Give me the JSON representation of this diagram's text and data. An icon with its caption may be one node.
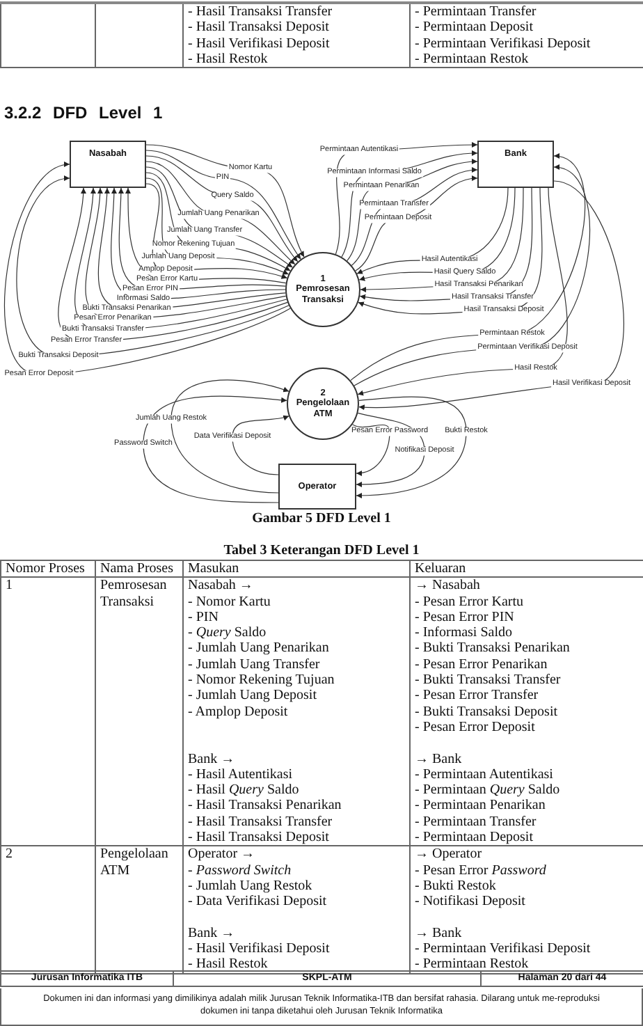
{
  "diagram": {
    "title": "3.2.2 DFD Level 1",
    "caption": "Gambar 5 DFD Level 1",
    "nodes": [
      {
        "text": [
          "Nasabah"
        ]
      },
      {
        "text": [
          "1",
          "Pemrosesan Transaksi"
        ]
      },
      {
        "text": [
          "Bank"
        ]
      },
      {
        "text": [
          "2",
          "Pengelolaan ATM"
        ]
      },
      {
        "text": [
          "Operator"
        ]
      }
    ],
    "edges": [
      {
        "from": 0,
        "to": 1,
        "arrow": "to",
        "label": "Nomor Kartu"
      },
      {
        "from": 0,
        "to": 1,
        "arrow": "to",
        "label": "PIN"
      },
      {
        "from": 0,
        "to": 1,
        "arrow": "to",
        "label": "Query Saldo"
      },
      {
        "from": 0,
        "to": 1,
        "arrow": "to",
        "label": "Jumlah Uang Penarikan"
      },
      {
        "from": 0,
        "to": 1,
        "arrow": "to",
        "label": "Jumlah Uang Transfer"
      },
      {
        "from": 0,
        "to": 1,
        "arrow": "to",
        "label": "Nomor Rekening Tujuan"
      },
      {
        "from": 0,
        "to": 1,
        "arrow": "to",
        "label": "Jumlah Uang Deposit"
      },
      {
        "from": 0,
        "to": 1,
        "arrow": "to",
        "label": "Amplop Deposit"
      },
      {
        "from": 1,
        "to": 0,
        "arrow": "to",
        "label": "Pesan Error Kartu"
      },
      {
        "from": 1,
        "to": 0,
        "arrow": "to",
        "label": "Pesan Error PIN"
      },
      {
        "from": 1,
        "to": 0,
        "arrow": "to",
        "label": "Informasi Saldo"
      },
      {
        "from": 1,
        "to": 0,
        "arrow": "to",
        "label": "Bukti Transaksi Penarikan"
      },
      {
        "from": 1,
        "to": 0,
        "arrow": "to",
        "label": "Pesan Error Penarikan"
      },
      {
        "from": 1,
        "to": 0,
        "arrow": "to",
        "label": "Bukti Transaksi Transfer"
      },
      {
        "from": 1,
        "to": 0,
        "arrow": "to",
        "label": "Pesan Error Transfer"
      },
      {
        "from": 1,
        "to": 0,
        "arrow": "to",
        "label": "Bukti Transaksi Deposit"
      },
      {
        "from": 1,
        "to": 0,
        "arrow": "to",
        "label": "Pesan Error Deposit"
      },
      {
        "from": 1,
        "to": 2,
        "arrow": "to",
        "label": "Permintaan Autentikasi"
      },
      {
        "from": 1,
        "to": 2,
        "arrow": "to",
        "label": "Permintaan Informasi Saldo"
      },
      {
        "from": 1,
        "to": 2,
        "arrow": "to",
        "label": "Permintaan Penarikan"
      },
      {
        "from": 1,
        "to": 2,
        "arrow": "to",
        "label": "Permintaan Transfer"
      },
      {
        "from": 1,
        "to": 2,
        "arrow": "to",
        "label": "Permintaan Deposit"
      },
      {
        "from": 2,
        "to": 1,
        "arrow": "to",
        "label": "Hasil Autentikasi"
      },
      {
        "from": 2,
        "to": 1,
        "arrow": "to",
        "label": "Hasil Query Saldo"
      },
      {
        "from": 2,
        "to": 1,
        "arrow": "to",
        "label": "Hasil Transaksi Penarikan"
      },
      {
        "from": 2,
        "to": 1,
        "arrow": "to",
        "label": "Hasil Transaksi Transfer"
      },
      {
        "from": 2,
        "to": 1,
        "arrow": "to",
        "label": "Hasil Transaksi Deposit"
      },
      {
        "from": 3,
        "to": 2,
        "arrow": "to",
        "label": "Permintaan Restok"
      },
      {
        "from": 3,
        "to": 2,
        "arrow": "to",
        "label": "Permintaan Verifikasi Deposit"
      },
      {
        "from": 2,
        "to": 3,
        "arrow": "to",
        "label": "Hasil Restok"
      },
      {
        "from": 2,
        "to": 3,
        "arrow": "to",
        "label": "Hasil Verifikasi Deposit"
      },
      {
        "from": 4,
        "to": 3,
        "arrow": "to",
        "label": "Jumlah Uang Restok"
      },
      {
        "from": 4,
        "to": 3,
        "arrow": "to",
        "label": "Password Switch"
      },
      {
        "from": 4,
        "to": 3,
        "arrow": "to",
        "label": "Data Verifikasi Deposit"
      },
      {
        "from": 3,
        "to": 4,
        "arrow": "to",
        "label": "Pesan Error Password"
      },
      {
        "from": 3,
        "to": 4,
        "arrow": "to",
        "label": "Bukti Restok"
      },
      {
        "from": 3,
        "to": 4,
        "arrow": "to",
        "label": "Notifikasi Deposit"
      }
    ],
    "labels": [
      "- Hasil Transaksi Transfer",
      "- Hasil Transaksi Deposit",
      "- Hasil Verifikasi Deposit",
      "- Hasil Restok",
      "- Permintaan Transfer",
      "- Permintaan Deposit",
      "- Permintaan Verifikasi Deposit",
      "- Permintaan Restok",
      "Tabel 3 Keterangan DFD Level 1",
      "Nomor Proses",
      "Nama Proses",
      "Masukan",
      "Keluaran",
      "1",
      "Pemrosesan Transaksi",
      "Nasabah →",
      "- Nomor Kartu",
      "- PIN",
      "- *Query* Saldo",
      "- Jumlah Uang Penarikan",
      "- Jumlah Uang Transfer",
      "- Nomor Rekening Tujuan",
      "- Jumlah Uang Deposit",
      "- Amplop Deposit",
      "Bank →",
      "- Hasil Autentikasi",
      "- Hasil *Query* Saldo",
      "- Hasil Transaksi Penarikan",
      "- Hasil Transaksi Transfer",
      "- Hasil Transaksi Deposit",
      "→ Nasabah",
      "- Pesan Error Kartu",
      "- Pesan Error PIN",
      "- Informasi Saldo",
      "- Bukti Transaksi Penarikan",
      "- Pesan Error Penarikan",
      "- Bukti Transaksi Transfer",
      "- Pesan Error Transfer",
      "- Bukti Transaksi Deposit",
      "- Pesan Error Deposit",
      "→ Bank",
      "- Permintaan Autentikasi",
      "- Permintaan *Query* Saldo",
      "- Permintaan Penarikan",
      "- Permintaan Transfer",
      "- Permintaan Deposit",
      "2",
      "Pengelolaan ATM",
      "Operator →",
      "- *Password Switch*",
      "- Jumlah Uang Restok",
      "- Data Verifikasi Deposit",
      "Bank →",
      "- Hasil Verifikasi Deposit",
      "- Hasil Restok",
      "→ Operator",
      "- Pesan Error *Password*",
      "- Bukti Restok",
      "- Notifikasi Deposit",
      "→ Bank",
      "- Permintaan Verifikasi Deposit",
      "- Permintaan Restok",
      "Jurusan Informatika ITB",
      "SKPL-ATM",
      "Halaman 20 dari 44",
      "Dokumen ini dan informasi yang dimilikinya adalah milik Jurusan Teknik Informatika-ITB dan bersifat rahasia. Dilarang untuk me-reproduksi dokumen ini tanpa diketahui oleh Jurusan Teknik Informatika"
    ]
  }
}
